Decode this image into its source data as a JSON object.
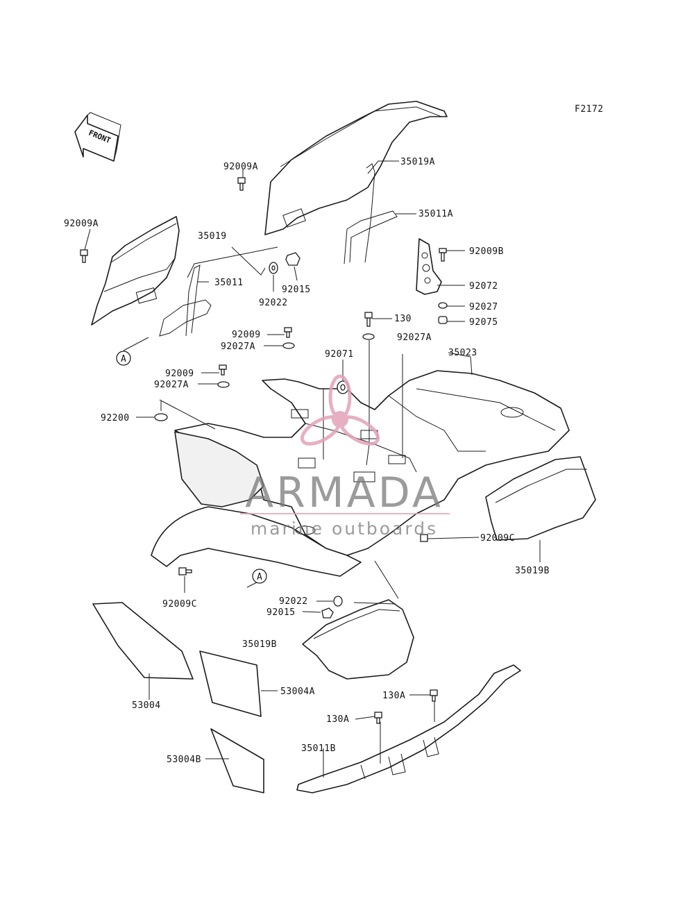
{
  "figure_code": "F2172",
  "front_arrow_label": "FRONT",
  "ref_marker": "A",
  "watermark": {
    "brand": "ARMADA",
    "tagline": "marine outboards",
    "brand_color": "#7a7a7a",
    "logo_color": "#e3a2b8"
  },
  "labels": {
    "p35019A": "35019A",
    "p92009A_top": "92009A",
    "p35011A": "35011A",
    "p92009A_left": "92009A",
    "p35019": "35019",
    "p35011": "35011",
    "p92022_top": "92022",
    "p92015_top": "92015",
    "p92009B": "92009B",
    "p92072": "92072",
    "p92027": "92027",
    "p92075": "92075",
    "p130": "130",
    "p92027A_right": "92027A",
    "p92009_a": "92009",
    "p92027A_a": "92027A",
    "p92071": "92071",
    "p35023": "35023",
    "p92009_b": "92009",
    "p92027A_b": "92027A",
    "p92200": "92200",
    "p92009C_right": "92009C",
    "p35019B_right": "35019B",
    "p92009C_left": "92009C",
    "p92022_bot": "92022",
    "p92015_bot": "92015",
    "p35019B_bot": "35019B",
    "p53004": "53004",
    "p53004A": "53004A",
    "p130A_right": "130A",
    "p130A_left": "130A",
    "p35011B": "35011B",
    "p53004B": "53004B"
  }
}
